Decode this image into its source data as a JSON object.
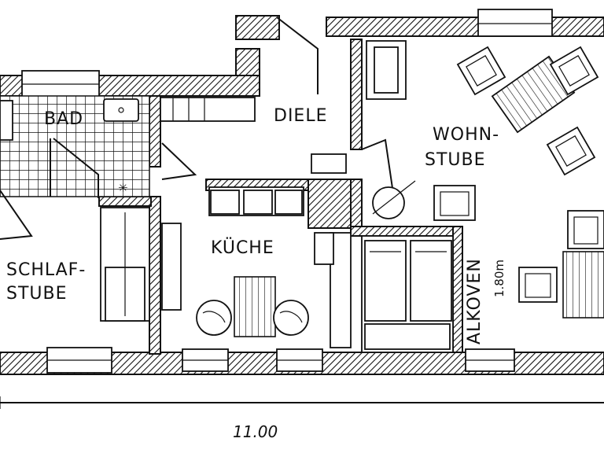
{
  "rooms": {
    "bad": "BAD",
    "diele": "DIELE",
    "wohnstube_1": "WOHN-",
    "wohnstube_2": "STUBE",
    "kueche": "KÜCHE",
    "schlafstube_1": "SCHLAF-",
    "schlafstube_2": "STUBE",
    "alkoven": "ALKOVEN",
    "alkoven_width": "1.80m"
  },
  "dimension": "11.00"
}
